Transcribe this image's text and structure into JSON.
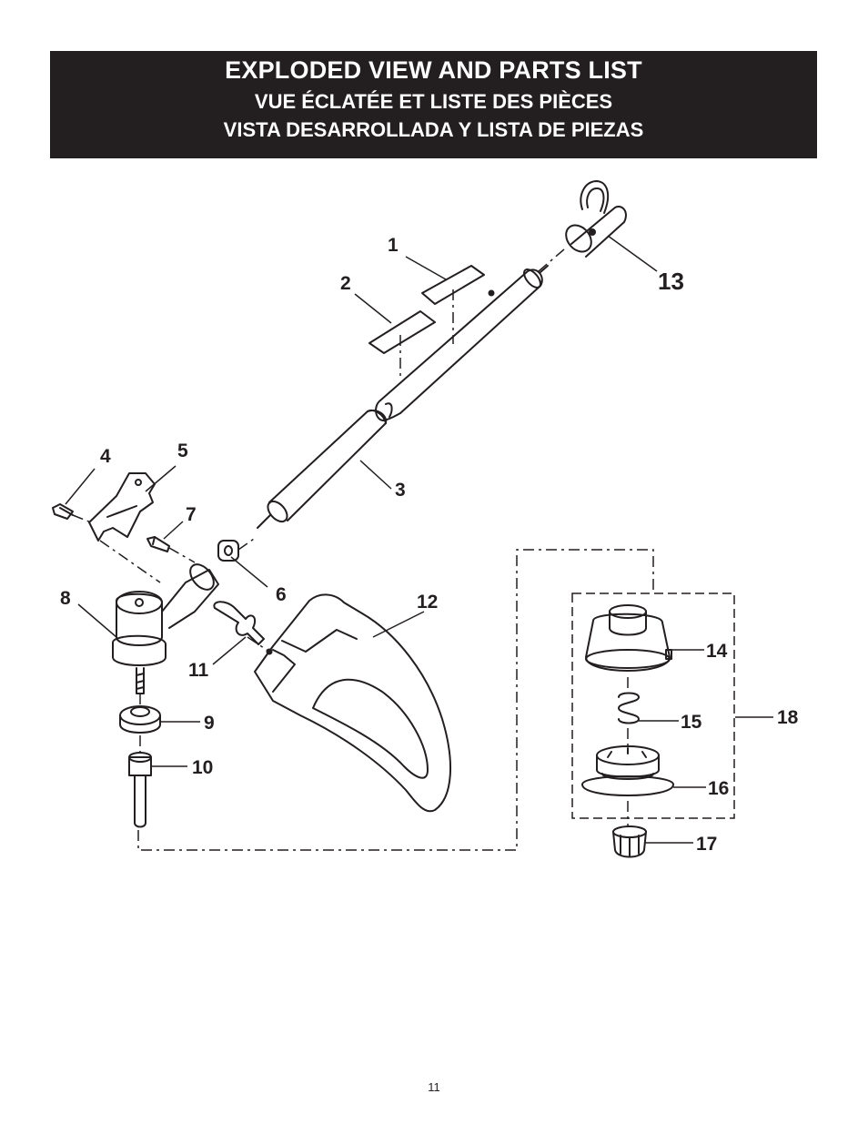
{
  "header": {
    "title_en": "EXPLODED VIEW AND PARTS LIST",
    "title_fr": "VUE ÉCLATÉE ET LISTE DES PIÈCES",
    "title_es": "VISTA DESARROLLADA Y LISTA DE PIEZAS",
    "background_color": "#231f20",
    "text_color": "#ffffff"
  },
  "callouts": {
    "c1": "1",
    "c2": "2",
    "c3": "3",
    "c4": "4",
    "c5": "5",
    "c6": "6",
    "c7": "7",
    "c8": "8",
    "c9": "9",
    "c10": "10",
    "c11": "11",
    "c12": "12",
    "c13": "13",
    "c14": "14",
    "c15": "15",
    "c16": "16",
    "c17": "17",
    "c18": "18"
  },
  "page_number": "11"
}
